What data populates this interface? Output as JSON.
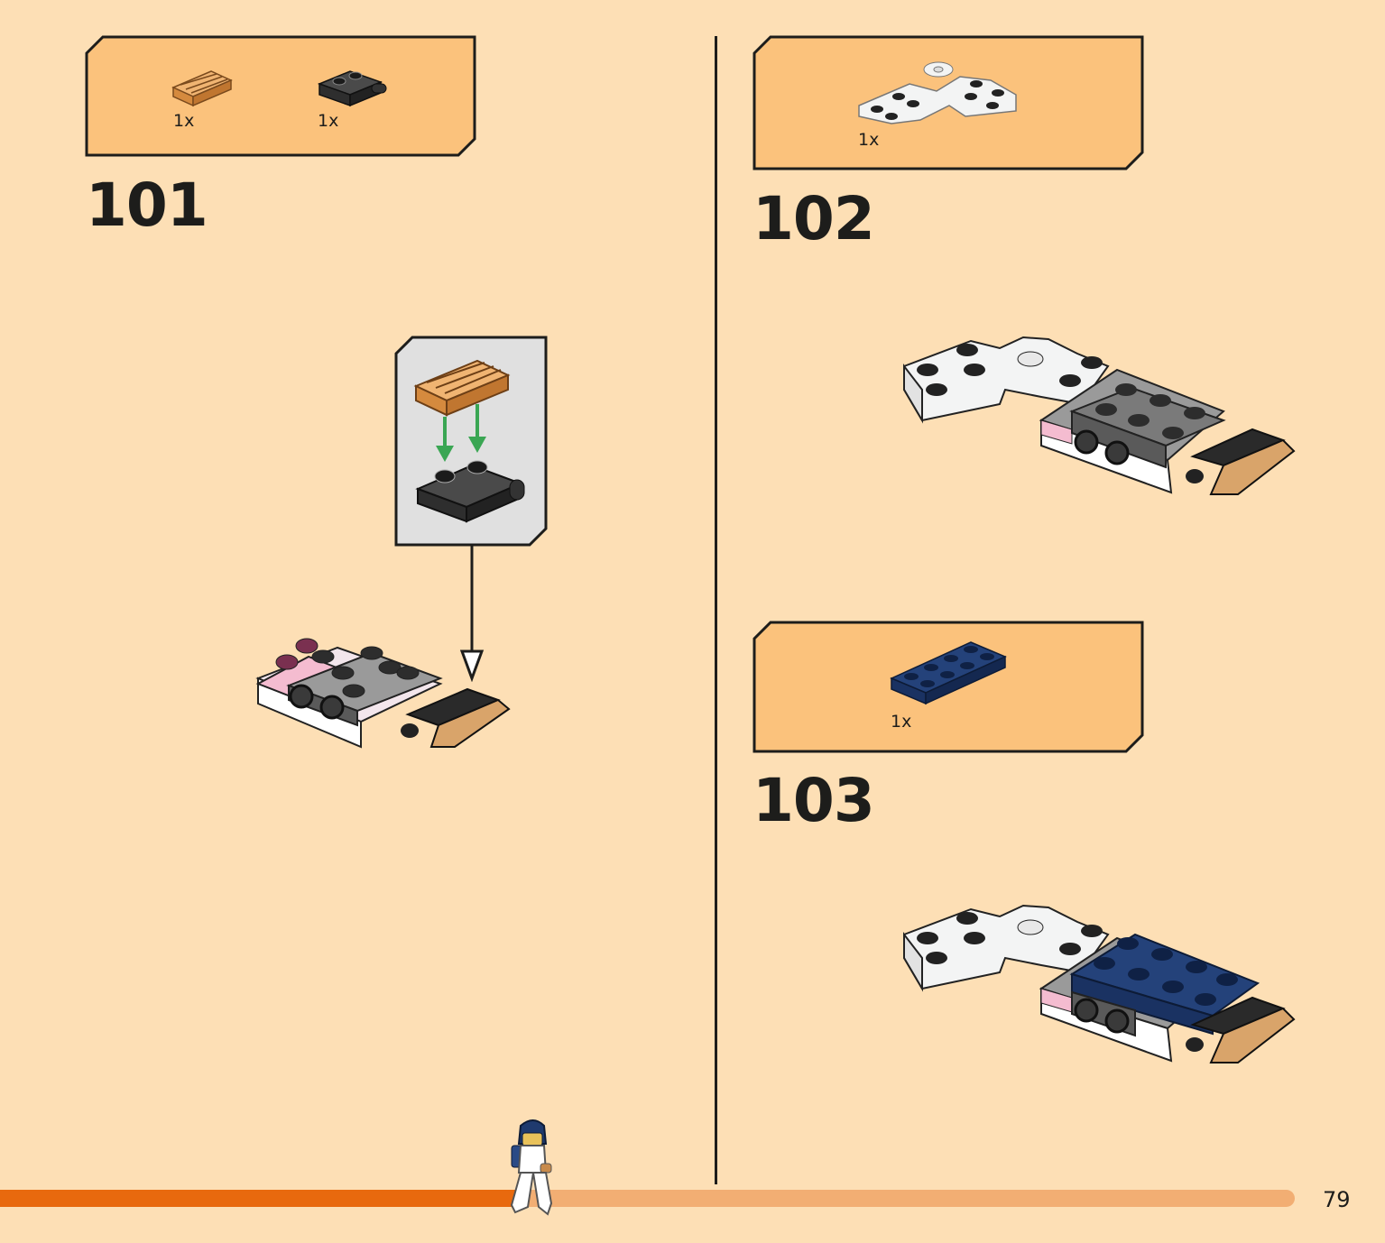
{
  "steps": [
    {
      "number": "101",
      "parts": [
        {
          "qty": "1x",
          "icon": "tan-grille-tile-icon",
          "color": "#e09a54"
        },
        {
          "qty": "1x",
          "icon": "black-wheel-holder-plate-icon",
          "color": "#3a3a3a"
        }
      ]
    },
    {
      "number": "102",
      "parts": [
        {
          "qty": "1x",
          "icon": "white-hinge-plate-icon",
          "color": "#f3f4f4"
        }
      ]
    },
    {
      "number": "103",
      "parts": [
        {
          "qty": "1x",
          "icon": "dark-blue-2x4-plate-icon",
          "color": "#1f3a6e"
        }
      ]
    }
  ],
  "page_number": "79",
  "progress": {
    "fraction": 0.398
  },
  "colors": {
    "background": "#fddfb5",
    "parts_box": "#fbc27c",
    "callout_box": "#e0e0e0",
    "progress_fill": "#e8690e",
    "progress_track": "#f2ae73",
    "arrow_green": "#3aa653"
  }
}
